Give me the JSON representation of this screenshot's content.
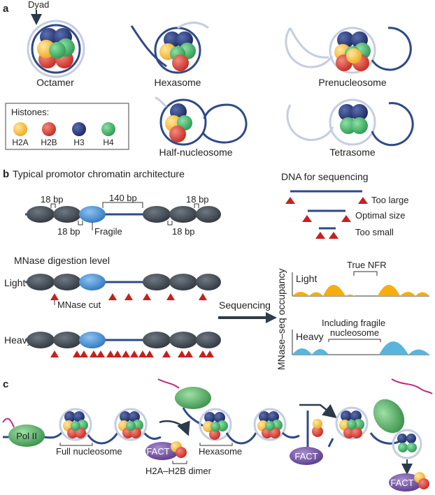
{
  "panel_a": {
    "label": "a",
    "dyad": "Dyad",
    "octamer": "Octamer",
    "hexasome": "Hexasome",
    "prenucleosome": "Prenucleosome",
    "half_nucleosome": "Half-nucleosome",
    "tetrasome": "Tetrasome",
    "legend": {
      "title": "Histones:",
      "items": [
        "H2A",
        "H2B",
        "H3",
        "H4"
      ]
    }
  },
  "panel_b": {
    "label": "b",
    "title": "Typical promotor chromatin architecture",
    "bp18_top_left": "18 bp",
    "bp140": "140 bp",
    "bp18_top_right": "18 bp",
    "bp18_bottom_left": "18 bp",
    "fragile": "Fragile",
    "bp18_bottom_right": "18 bp",
    "dna_title": "DNA for sequencing",
    "too_large": "Too large",
    "optimal": "Optimal size",
    "too_small": "Too small",
    "mnase_title": "MNase digestion level",
    "light": "Light",
    "heavy": "Heavy",
    "mnase_cut": "MNase cut",
    "sequencing": "Sequencing",
    "ylabel": "MNase–seq occupancy",
    "plot_light": "Light",
    "true_nfr": "True NFR",
    "plot_heavy": "Heavy",
    "including_1": "Including fragile",
    "including_2": "nucleosome"
  },
  "panel_c": {
    "label": "c",
    "pol2": "Pol II",
    "full_nucleosome": "Full nucleosome",
    "fact1": "FACT",
    "dimer": "H2A–H2B dimer",
    "hexasome": "Hexasome",
    "fact2": "FACT",
    "fact3": "FACT"
  },
  "colors": {
    "h2a": "#f6b62c",
    "h2b": "#d83a2e",
    "h3": "#25336e",
    "h4": "#3aa860",
    "dna": "#2e4a87",
    "dna_light": "#c3cbe0",
    "fragile": "#3c80c8",
    "nucleosome_dark": "#3d4650",
    "cut": "#c8201c",
    "light_signal": "#f5ad10",
    "heavy_signal": "#5ab5dc",
    "polii": "#4a9a56",
    "fact": "#6b4a99",
    "rna": "#c0287a"
  }
}
